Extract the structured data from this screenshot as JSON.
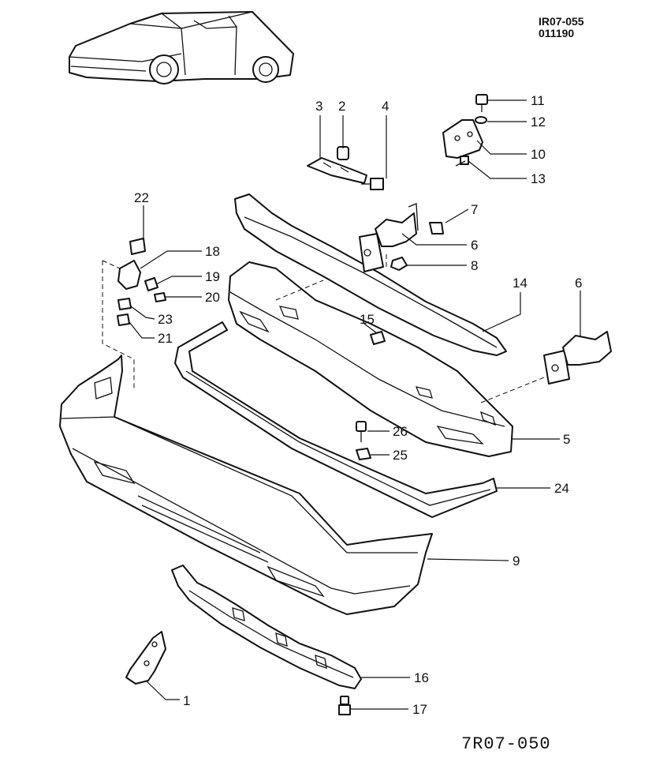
{
  "header": {
    "code1": "IR07-055",
    "code2": "011190"
  },
  "footer": {
    "figure_code": "7R07-050"
  },
  "callouts": [
    {
      "id": "c1",
      "label": "1"
    },
    {
      "id": "c2",
      "label": "2"
    },
    {
      "id": "c3",
      "label": "3"
    },
    {
      "id": "c4",
      "label": "4"
    },
    {
      "id": "c5",
      "label": "5"
    },
    {
      "id": "c6a",
      "label": "6"
    },
    {
      "id": "c6b",
      "label": "6"
    },
    {
      "id": "c7",
      "label": "7"
    },
    {
      "id": "c8",
      "label": "8"
    },
    {
      "id": "c9",
      "label": "9"
    },
    {
      "id": "c10",
      "label": "10"
    },
    {
      "id": "c11",
      "label": "11"
    },
    {
      "id": "c12",
      "label": "12"
    },
    {
      "id": "c13",
      "label": "13"
    },
    {
      "id": "c14",
      "label": "14"
    },
    {
      "id": "c15",
      "label": "15"
    },
    {
      "id": "c16",
      "label": "16"
    },
    {
      "id": "c17",
      "label": "17"
    },
    {
      "id": "c18",
      "label": "18"
    },
    {
      "id": "c19",
      "label": "19"
    },
    {
      "id": "c20",
      "label": "20"
    },
    {
      "id": "c21",
      "label": "21"
    },
    {
      "id": "c22",
      "label": "22"
    },
    {
      "id": "c23",
      "label": "23"
    },
    {
      "id": "c24",
      "label": "24"
    },
    {
      "id": "c25",
      "label": "25"
    },
    {
      "id": "c26",
      "label": "26"
    }
  ]
}
